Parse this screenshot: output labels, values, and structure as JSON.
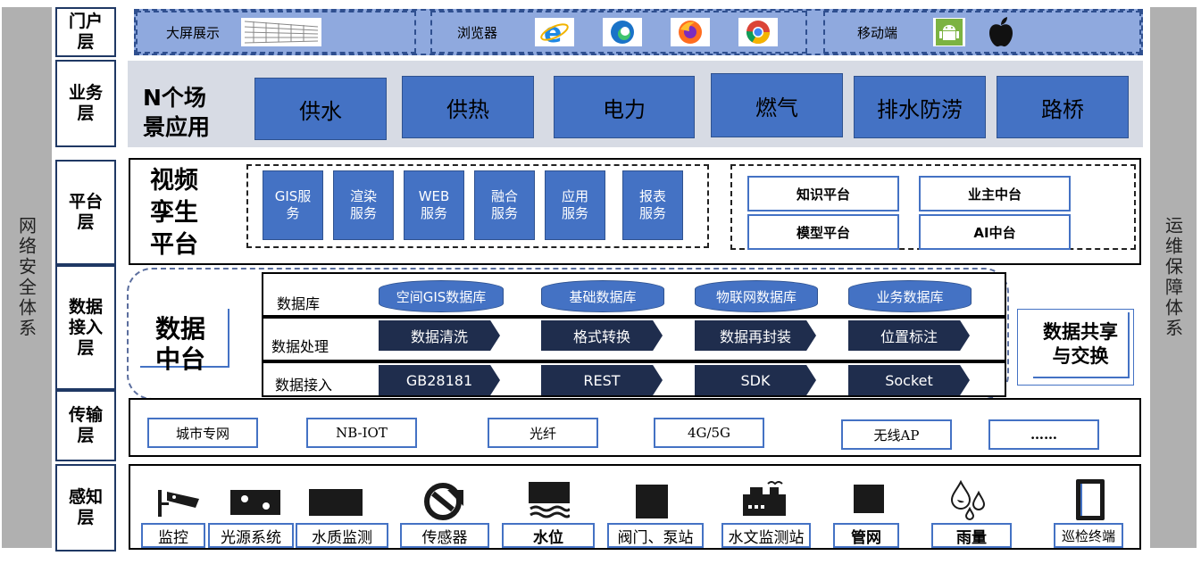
{
  "side": {
    "left": "网络安全体系",
    "right": "运维保障体系"
  },
  "layers": {
    "portal": "门户\n层",
    "business": "业务\n层",
    "platform": "平台\n层",
    "data_access": "数据\n接入\n层",
    "transport": "传输\n层",
    "perception": "感知\n层"
  },
  "portal": {
    "big_screen": "大屏展示",
    "browser": "浏览器",
    "mobile": "移动端",
    "browser_icons": [
      "ie-icon",
      "edge-icon",
      "firefox-icon",
      "chrome-icon"
    ],
    "mobile_icons": [
      "android-icon",
      "apple-icon"
    ]
  },
  "business": {
    "title": "N个场\n景应用",
    "items": [
      "供水",
      "供热",
      "电力",
      "燃气",
      "排水防涝",
      "路桥"
    ]
  },
  "platform": {
    "title": "视频\n孪生\n平台",
    "services": [
      "GIS服\n务",
      "渲染\n服务",
      "WEB\n服务",
      "融合\n服务",
      "应用\n服务",
      "报表\n服务"
    ],
    "right_boxes": [
      "知识平台",
      "业主中台",
      "模型平台",
      "AI中台"
    ]
  },
  "data_access": {
    "middle_title": "数据\n中台",
    "rows": [
      {
        "label": "数据库",
        "items": [
          "空间GIS数据库",
          "基础数据库",
          "物联网数据库",
          "业务数据库"
        ]
      },
      {
        "label": "数据处理",
        "items": [
          "数据清洗",
          "格式转换",
          "数据再封装",
          "位置标注"
        ]
      },
      {
        "label": "数据接入",
        "items": [
          "GB28181",
          "REST",
          "SDK",
          "Socket"
        ]
      }
    ],
    "share": "数据共享\n与交换"
  },
  "transport": {
    "items": [
      "城市专网",
      "NB-IOT",
      "光纤",
      "4G/5G",
      "无线AP",
      "……"
    ]
  },
  "perception": {
    "items": [
      "监控",
      "光源系统",
      "水质监测",
      "传感器",
      "水位",
      "阀门、泵站",
      "水文监测站",
      "管网",
      "雨量",
      "巡检终端"
    ],
    "icons": [
      "camera-icon",
      "light-source-icon",
      "water-quality-icon",
      "sensor-icon",
      "water-level-icon",
      "valve-icon",
      "factory-icon",
      "pipe-icon",
      "rain-icon",
      "terminal-icon"
    ]
  },
  "colors": {
    "accent_blue": "#4472c4",
    "portal_blue": "#8fa9de",
    "dark_navy": "#1f2d4d",
    "side_gray": "#b0b0b0"
  }
}
